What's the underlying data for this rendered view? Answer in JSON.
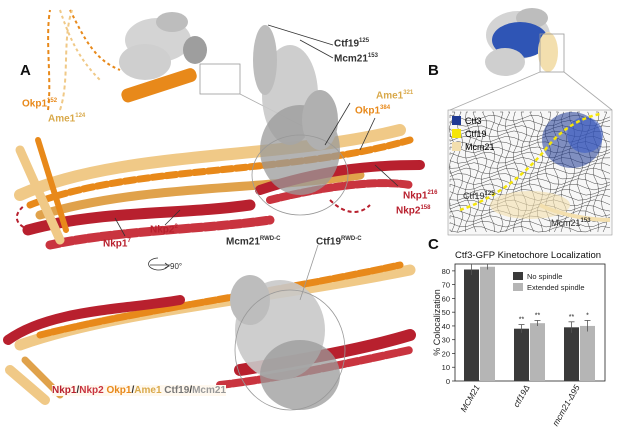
{
  "panels": {
    "a": "A",
    "b": "B",
    "c": "C"
  },
  "panel_a_labels": {
    "ctf19_125": {
      "base": "Ctf19",
      "sup": "125"
    },
    "mcm21_153": {
      "base": "Mcm21",
      "sup": "153"
    },
    "okp1_152": {
      "base": "Okp1",
      "sup": "152"
    },
    "ame1_124": {
      "base": "Ame1",
      "sup": "124"
    },
    "ame1_321": {
      "base": "Ame1",
      "sup": "321"
    },
    "okp1_384": {
      "base": "Okp1",
      "sup": "384"
    },
    "nkp1_216": {
      "base": "Nkp1",
      "sup": "216"
    },
    "nkp2_158": {
      "base": "Nkp2",
      "sup": "158"
    },
    "nkp2_2": {
      "base": "Nkp2",
      "sup": "2"
    },
    "nkp1_7": {
      "base": "Nkp1",
      "sup": "7"
    },
    "mcm21_rwdc": {
      "base": "Mcm21",
      "sup": "RWD-C"
    },
    "ctf19_rwdc": {
      "base": "Ctf19",
      "sup": "RWD-C"
    },
    "rotation": "90°"
  },
  "legend_a": {
    "nkp1": "Nkp1",
    "nkp2": "Nkp2",
    "okp1": "Okp1",
    "ame1": "Ame1",
    "ctf19": "Ctf19",
    "mcm21": "Mcm21",
    "sep": "/"
  },
  "panel_b": {
    "keys": [
      {
        "label": "Ctf3",
        "color": "#1f3a93"
      },
      {
        "label": "Ctf19",
        "color": "#f5e50a"
      },
      {
        "label": "Mcm21",
        "color": "#f3dfae"
      }
    ],
    "ctf19_125": {
      "base": "Ctf19",
      "sup": "125"
    },
    "mcm21_153": {
      "base": "Mcm21",
      "sup": "153"
    }
  },
  "colors": {
    "nkp1": "#b8202e",
    "nkp2": "#c9343f",
    "okp1": "#e8891a",
    "ame1": "#f0c987",
    "ctf19": "#9a9a9a",
    "mcm21": "#c9c9c9"
  },
  "chart_data": {
    "type": "bar",
    "title": "Ctf3-GFP Kinetochore Localization",
    "ylabel": "% Colocalization",
    "ylim": [
      0,
      85
    ],
    "yticks": [
      0,
      10,
      20,
      30,
      40,
      50,
      60,
      70,
      80
    ],
    "categories": [
      "MCM21",
      "ctf19Δ",
      "mcm21-Δ95"
    ],
    "series": [
      {
        "name": "No spindle",
        "color": "#3a3a3a",
        "values": [
          81,
          38,
          39
        ],
        "errors": [
          4,
          3,
          4
        ]
      },
      {
        "name": "Extended spindle",
        "color": "#b5b5b5",
        "values": [
          83,
          42,
          40
        ],
        "errors": [
          2,
          2,
          4
        ]
      }
    ],
    "significance": [
      [
        "",
        "**",
        "**"
      ],
      [
        "",
        "**",
        "*"
      ]
    ],
    "legend_position": "top-right"
  }
}
